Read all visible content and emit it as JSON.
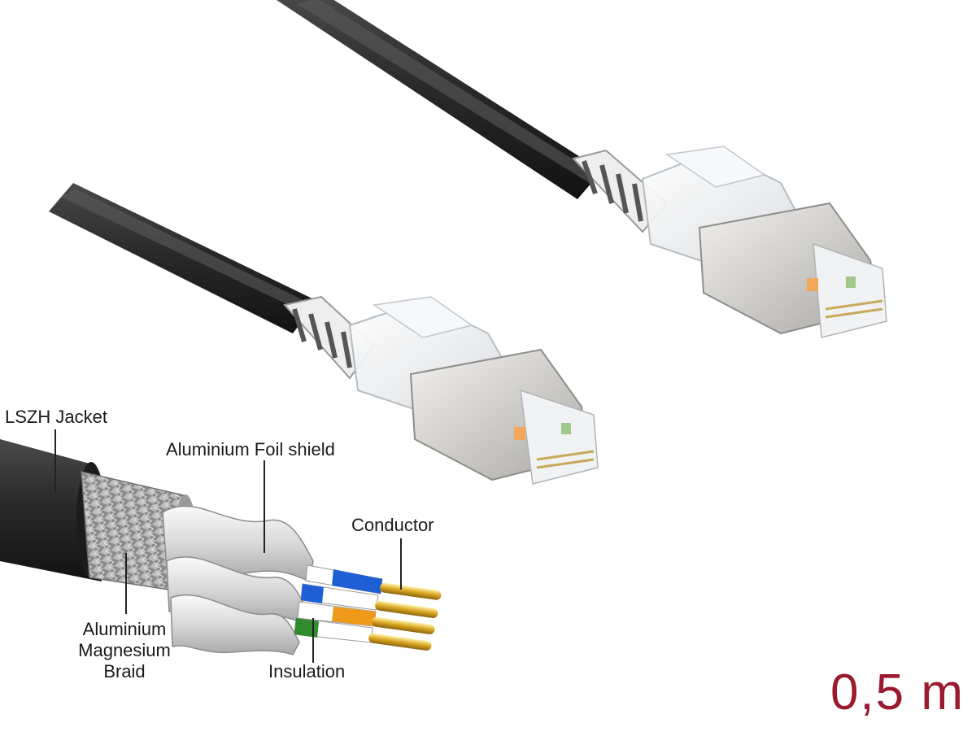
{
  "labels": {
    "jacket": "LSZH Jacket",
    "foil": "Aluminium Foil shield",
    "conductor": "Conductor",
    "braid_line1": "Aluminium",
    "braid_line2": "Magnesium",
    "braid_line3": "Braid",
    "insulation": "Insulation"
  },
  "length": "0,5 m",
  "colors": {
    "length_text": "#9a1b2f",
    "cable_jacket": "#2b2b2b",
    "plug_metal": "#d9d7d4",
    "conductor_gold": "#d9a520"
  },
  "icons": {
    "cable": "ethernet-patch-cable",
    "plug": "rj45-plug",
    "cross_section": "cable-cross-section"
  }
}
